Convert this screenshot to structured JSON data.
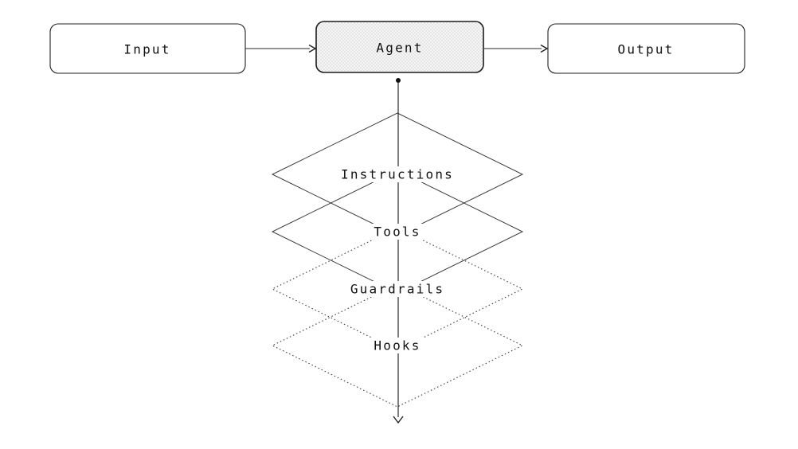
{
  "flow": {
    "nodes": [
      {
        "id": "input",
        "label": "Input"
      },
      {
        "id": "agent",
        "label": "Agent"
      },
      {
        "id": "output",
        "label": "Output"
      }
    ],
    "edges": [
      {
        "from": "input",
        "to": "agent",
        "icon": "arrow-right-icon"
      },
      {
        "from": "agent",
        "to": "output",
        "icon": "arrow-right-icon"
      }
    ]
  },
  "layers": [
    {
      "id": "instructions",
      "label": "Instructions",
      "border_style": "solid"
    },
    {
      "id": "tools",
      "label": "Tools",
      "border_style": "solid"
    },
    {
      "id": "guardrails",
      "label": "Guardrails",
      "border_style": "dotted"
    },
    {
      "id": "hooks",
      "label": "Hooks",
      "border_style": "dotted"
    }
  ],
  "icons": {
    "bottom": "arrow-down-icon",
    "origin": "origin-dot"
  },
  "colors": {
    "background": "#ffffff",
    "box_border": "#1f1f1f",
    "agent_fill_light": "#f5f5f5",
    "agent_fill_dark": "#e6e6e6",
    "connector_line": "#707070",
    "diamond_edge": "#3a3a3a",
    "arrowhead": "#1f1f1f",
    "text": "#111111"
  }
}
